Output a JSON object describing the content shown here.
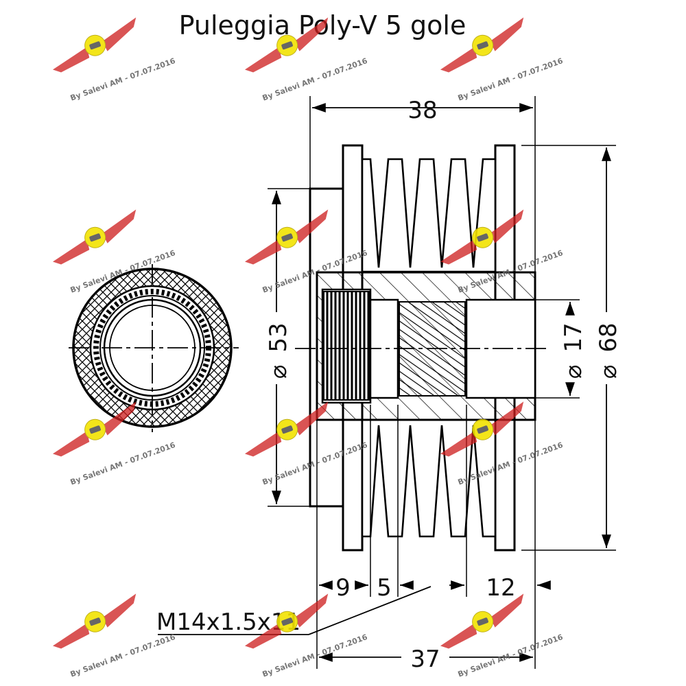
{
  "title": "Puleggia Poly-V 5 gole",
  "dimensions": {
    "overall_width": "38",
    "overall_length": "37",
    "hub_diameter": "53",
    "bore_diameter": "17",
    "outer_diameter": "68",
    "seg_a": "9",
    "seg_b": "5",
    "seg_c": "12",
    "diameter_symbol": "⌀"
  },
  "thread_spec": "M14x1.5x11",
  "watermark": {
    "text": "By Salevi AM - 07.07.2016",
    "logo": "car-logo-icon",
    "colors": {
      "red": "#cc1f1f",
      "yellow": "#f2e200"
    }
  }
}
